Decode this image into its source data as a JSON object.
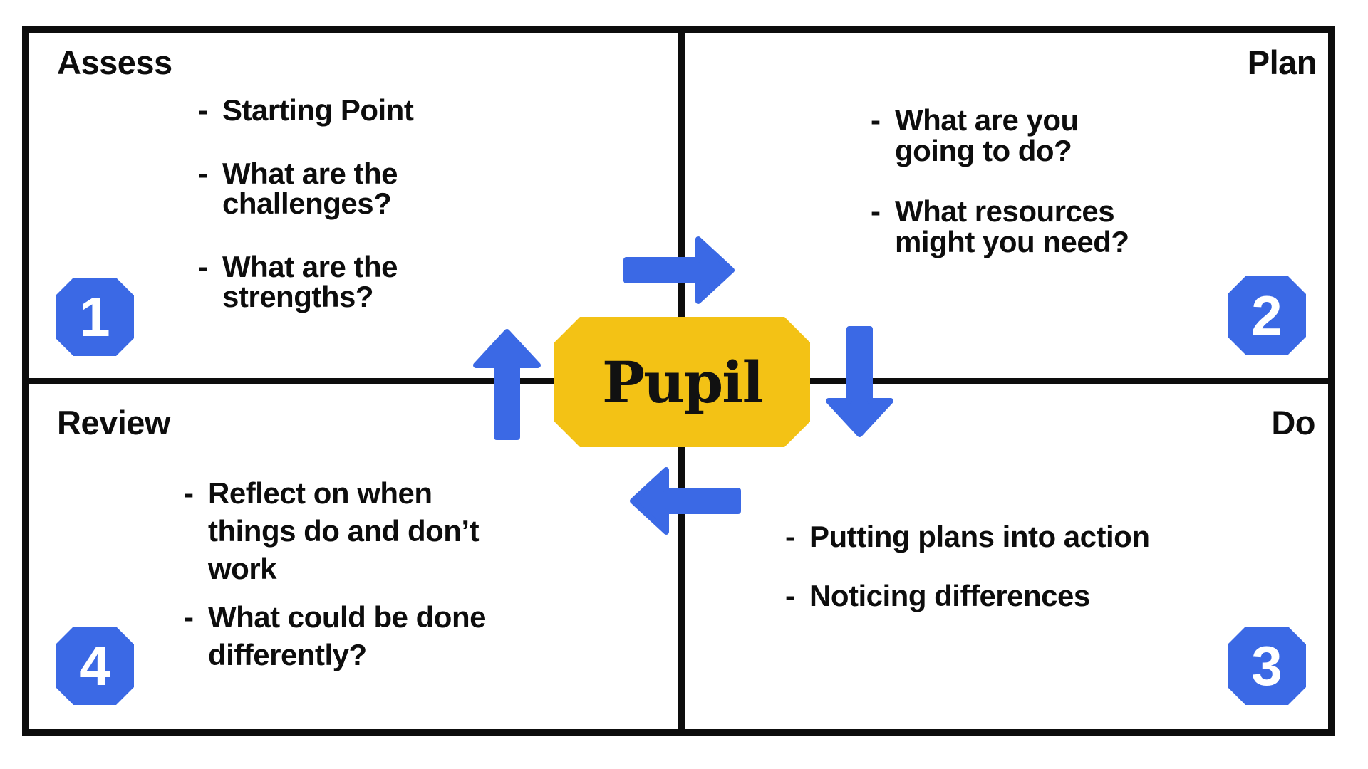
{
  "diagram": {
    "center_label": "Pupil",
    "bullet_marker": "-",
    "colors": {
      "blue": "#3B69E5",
      "yellow": "#F3C215",
      "ink": "#0D0D0D"
    },
    "quadrants": [
      {
        "id": "assess",
        "number": "1",
        "title": "Assess",
        "bullets": [
          {
            "lines": [
              "Starting Point"
            ]
          },
          {
            "lines": [
              "What are the",
              "challenges?"
            ]
          },
          {
            "lines": [
              "What are the",
              "strengths?"
            ]
          }
        ]
      },
      {
        "id": "plan",
        "number": "2",
        "title": "Plan",
        "bullets": [
          {
            "lines": [
              "What are you",
              "going to do?"
            ]
          },
          {
            "lines": [
              "What resources",
              "might you need?"
            ]
          }
        ]
      },
      {
        "id": "do",
        "number": "3",
        "title": "Do",
        "bullets": [
          {
            "lines": [
              "Putting plans into action"
            ]
          },
          {
            "lines": [
              "Noticing differences"
            ]
          }
        ]
      },
      {
        "id": "review",
        "number": "4",
        "title": "Review",
        "bullets": [
          {
            "lines": [
              "Reflect on when",
              "things do and don’t",
              "work"
            ]
          },
          {
            "lines": [
              "What could be done",
              "differently?"
            ]
          }
        ]
      }
    ],
    "arrows": {
      "top": "arrow-right",
      "right": "arrow-down",
      "bottom": "arrow-left",
      "left": "arrow-up"
    }
  }
}
